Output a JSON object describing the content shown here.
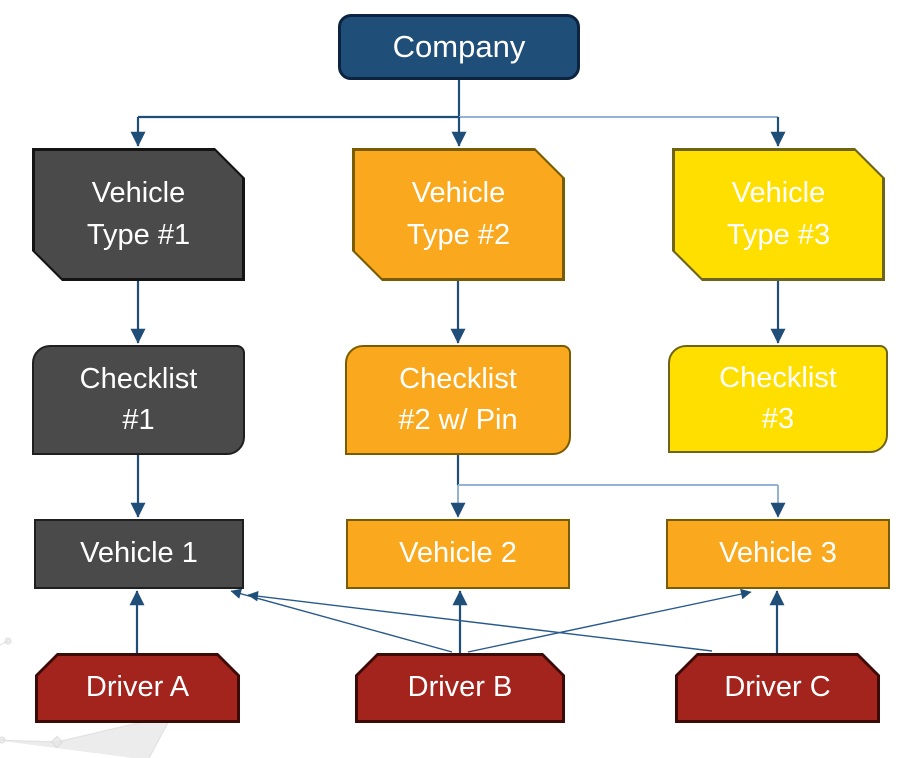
{
  "palette": {
    "company_fill": "#1F4E79",
    "company_border": "#0C2440",
    "gray_fill": "#4A4A4A",
    "gray_border": "#1F1F1F",
    "orange_fill": "#FAA81E",
    "orange_border": "#7A5C00",
    "yellow_fill": "#FFDF00",
    "yellow_border": "#6E6418",
    "red_fill": "#A3231D",
    "red_border": "#3C0B08",
    "connector_dark": "#1F4E79",
    "connector_light": "#94B2D4",
    "text": "#FFFFFF",
    "background": "#FFFFFF"
  },
  "diagram": {
    "nodes": {
      "company": {
        "label": "Company",
        "shape": "rounded-rectangle",
        "color_role": "blue"
      },
      "vehicle_type_1": {
        "label": "Vehicle\nType #1",
        "shape": "snip-diagonal-corners",
        "color_role": "gray"
      },
      "vehicle_type_2": {
        "label": "Vehicle\nType #2",
        "shape": "snip-diagonal-corners",
        "color_role": "orange"
      },
      "vehicle_type_3": {
        "label": "Vehicle\nType #3",
        "shape": "snip-diagonal-corners",
        "color_role": "yellow"
      },
      "checklist_1": {
        "label": "Checklist\n#1",
        "shape": "round-diagonal-corners",
        "color_role": "gray"
      },
      "checklist_2": {
        "label": "Checklist\n#2 w/ Pin",
        "shape": "round-diagonal-corners",
        "color_role": "orange"
      },
      "checklist_3": {
        "label": "Checklist\n#3",
        "shape": "round-diagonal-corners",
        "color_role": "yellow"
      },
      "vehicle_1": {
        "label": "Vehicle 1",
        "shape": "rectangle",
        "color_role": "gray"
      },
      "vehicle_2": {
        "label": "Vehicle 2",
        "shape": "rectangle",
        "color_role": "orange"
      },
      "vehicle_3": {
        "label": "Vehicle 3",
        "shape": "rectangle",
        "color_role": "orange"
      },
      "driver_a": {
        "label": "Driver A",
        "shape": "snip-top-corners",
        "color_role": "red"
      },
      "driver_b": {
        "label": "Driver B",
        "shape": "snip-top-corners",
        "color_role": "red"
      },
      "driver_c": {
        "label": "Driver C",
        "shape": "snip-top-corners",
        "color_role": "red"
      }
    },
    "edges": [
      {
        "from": "company",
        "to": "vehicle_type_1",
        "style": "elbow-arrow"
      },
      {
        "from": "company",
        "to": "vehicle_type_2",
        "style": "elbow-arrow"
      },
      {
        "from": "company",
        "to": "vehicle_type_3",
        "style": "elbow-arrow-light"
      },
      {
        "from": "vehicle_type_1",
        "to": "checklist_1",
        "style": "straight-arrow"
      },
      {
        "from": "vehicle_type_2",
        "to": "checklist_2",
        "style": "straight-arrow"
      },
      {
        "from": "vehicle_type_3",
        "to": "checklist_3",
        "style": "straight-arrow"
      },
      {
        "from": "checklist_1",
        "to": "vehicle_1",
        "style": "straight-arrow"
      },
      {
        "from": "checklist_2",
        "to": "vehicle_2",
        "style": "elbow-arrow-light"
      },
      {
        "from": "checklist_2",
        "to": "vehicle_3",
        "style": "elbow-arrow-light"
      },
      {
        "from": "driver_a",
        "to": "vehicle_1",
        "style": "straight-arrow"
      },
      {
        "from": "driver_b",
        "to": "vehicle_1",
        "style": "thin-straight-arrow"
      },
      {
        "from": "driver_b",
        "to": "vehicle_2",
        "style": "straight-arrow"
      },
      {
        "from": "driver_b",
        "to": "vehicle_3",
        "style": "thin-straight-arrow"
      },
      {
        "from": "driver_c",
        "to": "vehicle_1",
        "style": "thin-straight-arrow"
      },
      {
        "from": "driver_c",
        "to": "vehicle_3",
        "style": "straight-arrow"
      }
    ]
  }
}
